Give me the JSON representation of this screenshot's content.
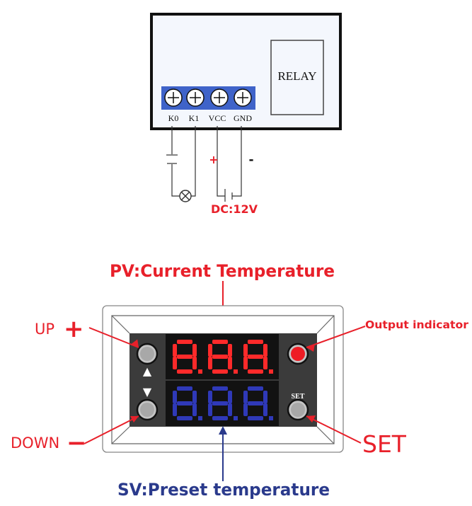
{
  "wiring": {
    "relay_label": "RELAY",
    "terminals": [
      "K0",
      "K1",
      "VCC",
      "GND"
    ],
    "plus_sign": "+",
    "minus_sign": "-",
    "supply_label": "DC:12V"
  },
  "panel": {
    "pv_label": "PV:Current Temperature",
    "sv_label": "SV:Preset temperature",
    "up_label": "UP",
    "up_sign": "+",
    "down_label": "DOWN",
    "down_sign": "−",
    "output_label": "Output indicator",
    "set_label": "SET",
    "set_key_text": "SET",
    "up_arrow": "▲",
    "down_arrow": "▼",
    "pv_display": "8.8.8.",
    "sv_display": "8.8.8."
  },
  "colors": {
    "red": "#e8202a",
    "display_red": "#ff2a2a",
    "display_blue": "#2f39b8",
    "navy": "#2a3a8c",
    "relay_fill": "#f4f7fd",
    "terminal_blue": "#3f63c9",
    "panel_dark": "#3b3b3b"
  }
}
